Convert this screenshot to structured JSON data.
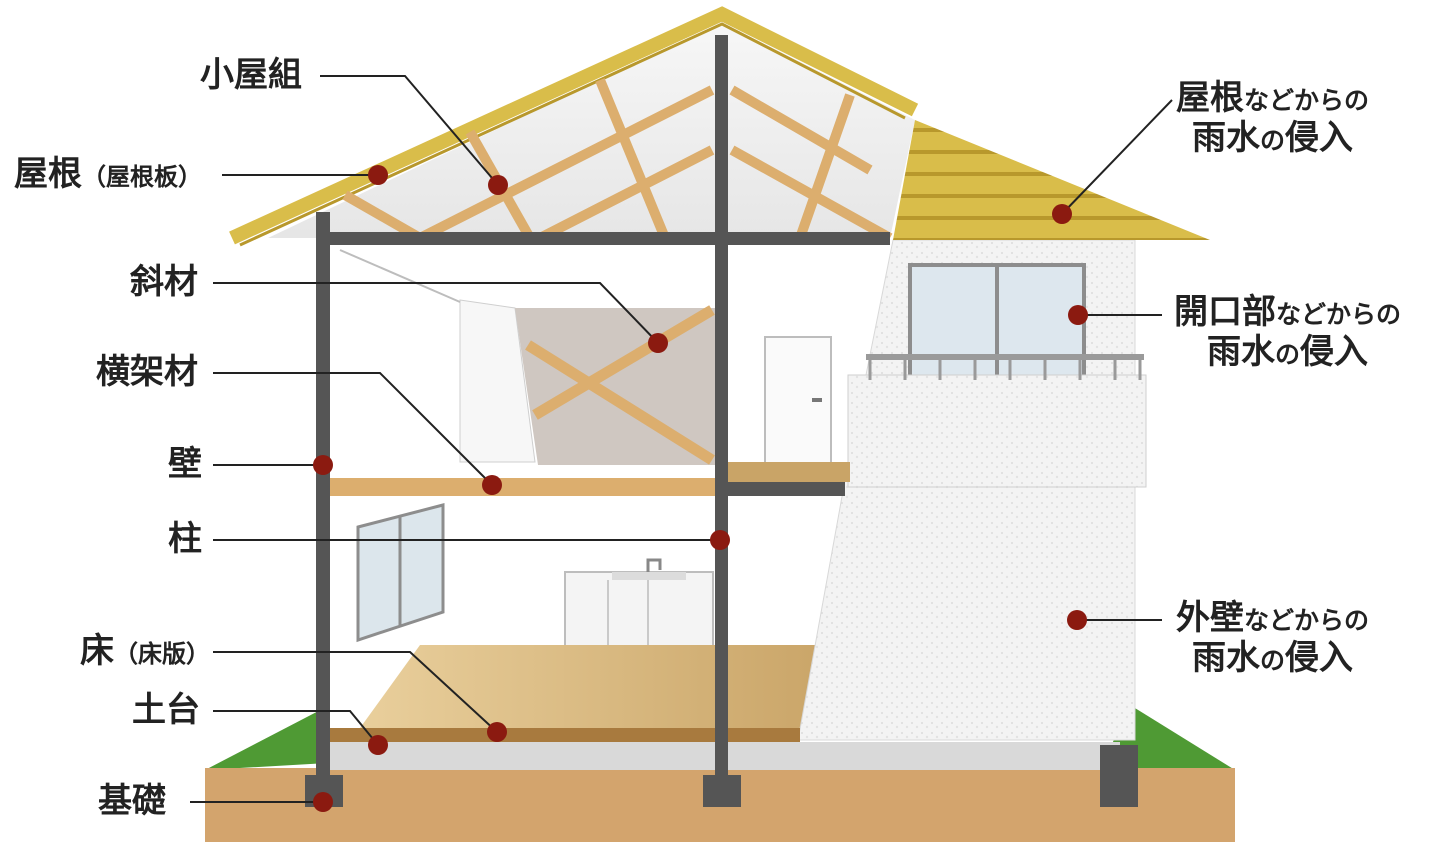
{
  "colors": {
    "roof": "#d9bd4a",
    "wood": "#dcae6e",
    "frame": "#555555",
    "ground": "#d3a46d",
    "grass": "#4f9a34",
    "dot": "#8b1a10",
    "leader": "#222222"
  },
  "labels": {
    "koyagumi": {
      "main": "小屋組",
      "sub": ""
    },
    "yane": {
      "main": "屋根",
      "sub": "（屋根板）"
    },
    "shazai": {
      "main": "斜材",
      "sub": ""
    },
    "yokokazai": {
      "main": "横架材",
      "sub": ""
    },
    "kabe": {
      "main": "壁",
      "sub": ""
    },
    "hashira": {
      "main": "柱",
      "sub": ""
    },
    "yuka": {
      "main": "床",
      "sub": "（床版）"
    },
    "dodai": {
      "main": "土台",
      "sub": ""
    },
    "kiso": {
      "main": "基礎",
      "sub": ""
    }
  },
  "rain": {
    "roof": {
      "part": "屋根",
      "mid": "などからの",
      "line2a": "雨水",
      "line2b": "の",
      "line2c": "侵入"
    },
    "opening": {
      "part": "開口部",
      "mid": "などからの",
      "line2a": "雨水",
      "line2b": "の",
      "line2c": "侵入"
    },
    "wall": {
      "part": "外壁",
      "mid": "などからの",
      "line2a": "雨水",
      "line2b": "の",
      "line2c": "侵入"
    }
  }
}
